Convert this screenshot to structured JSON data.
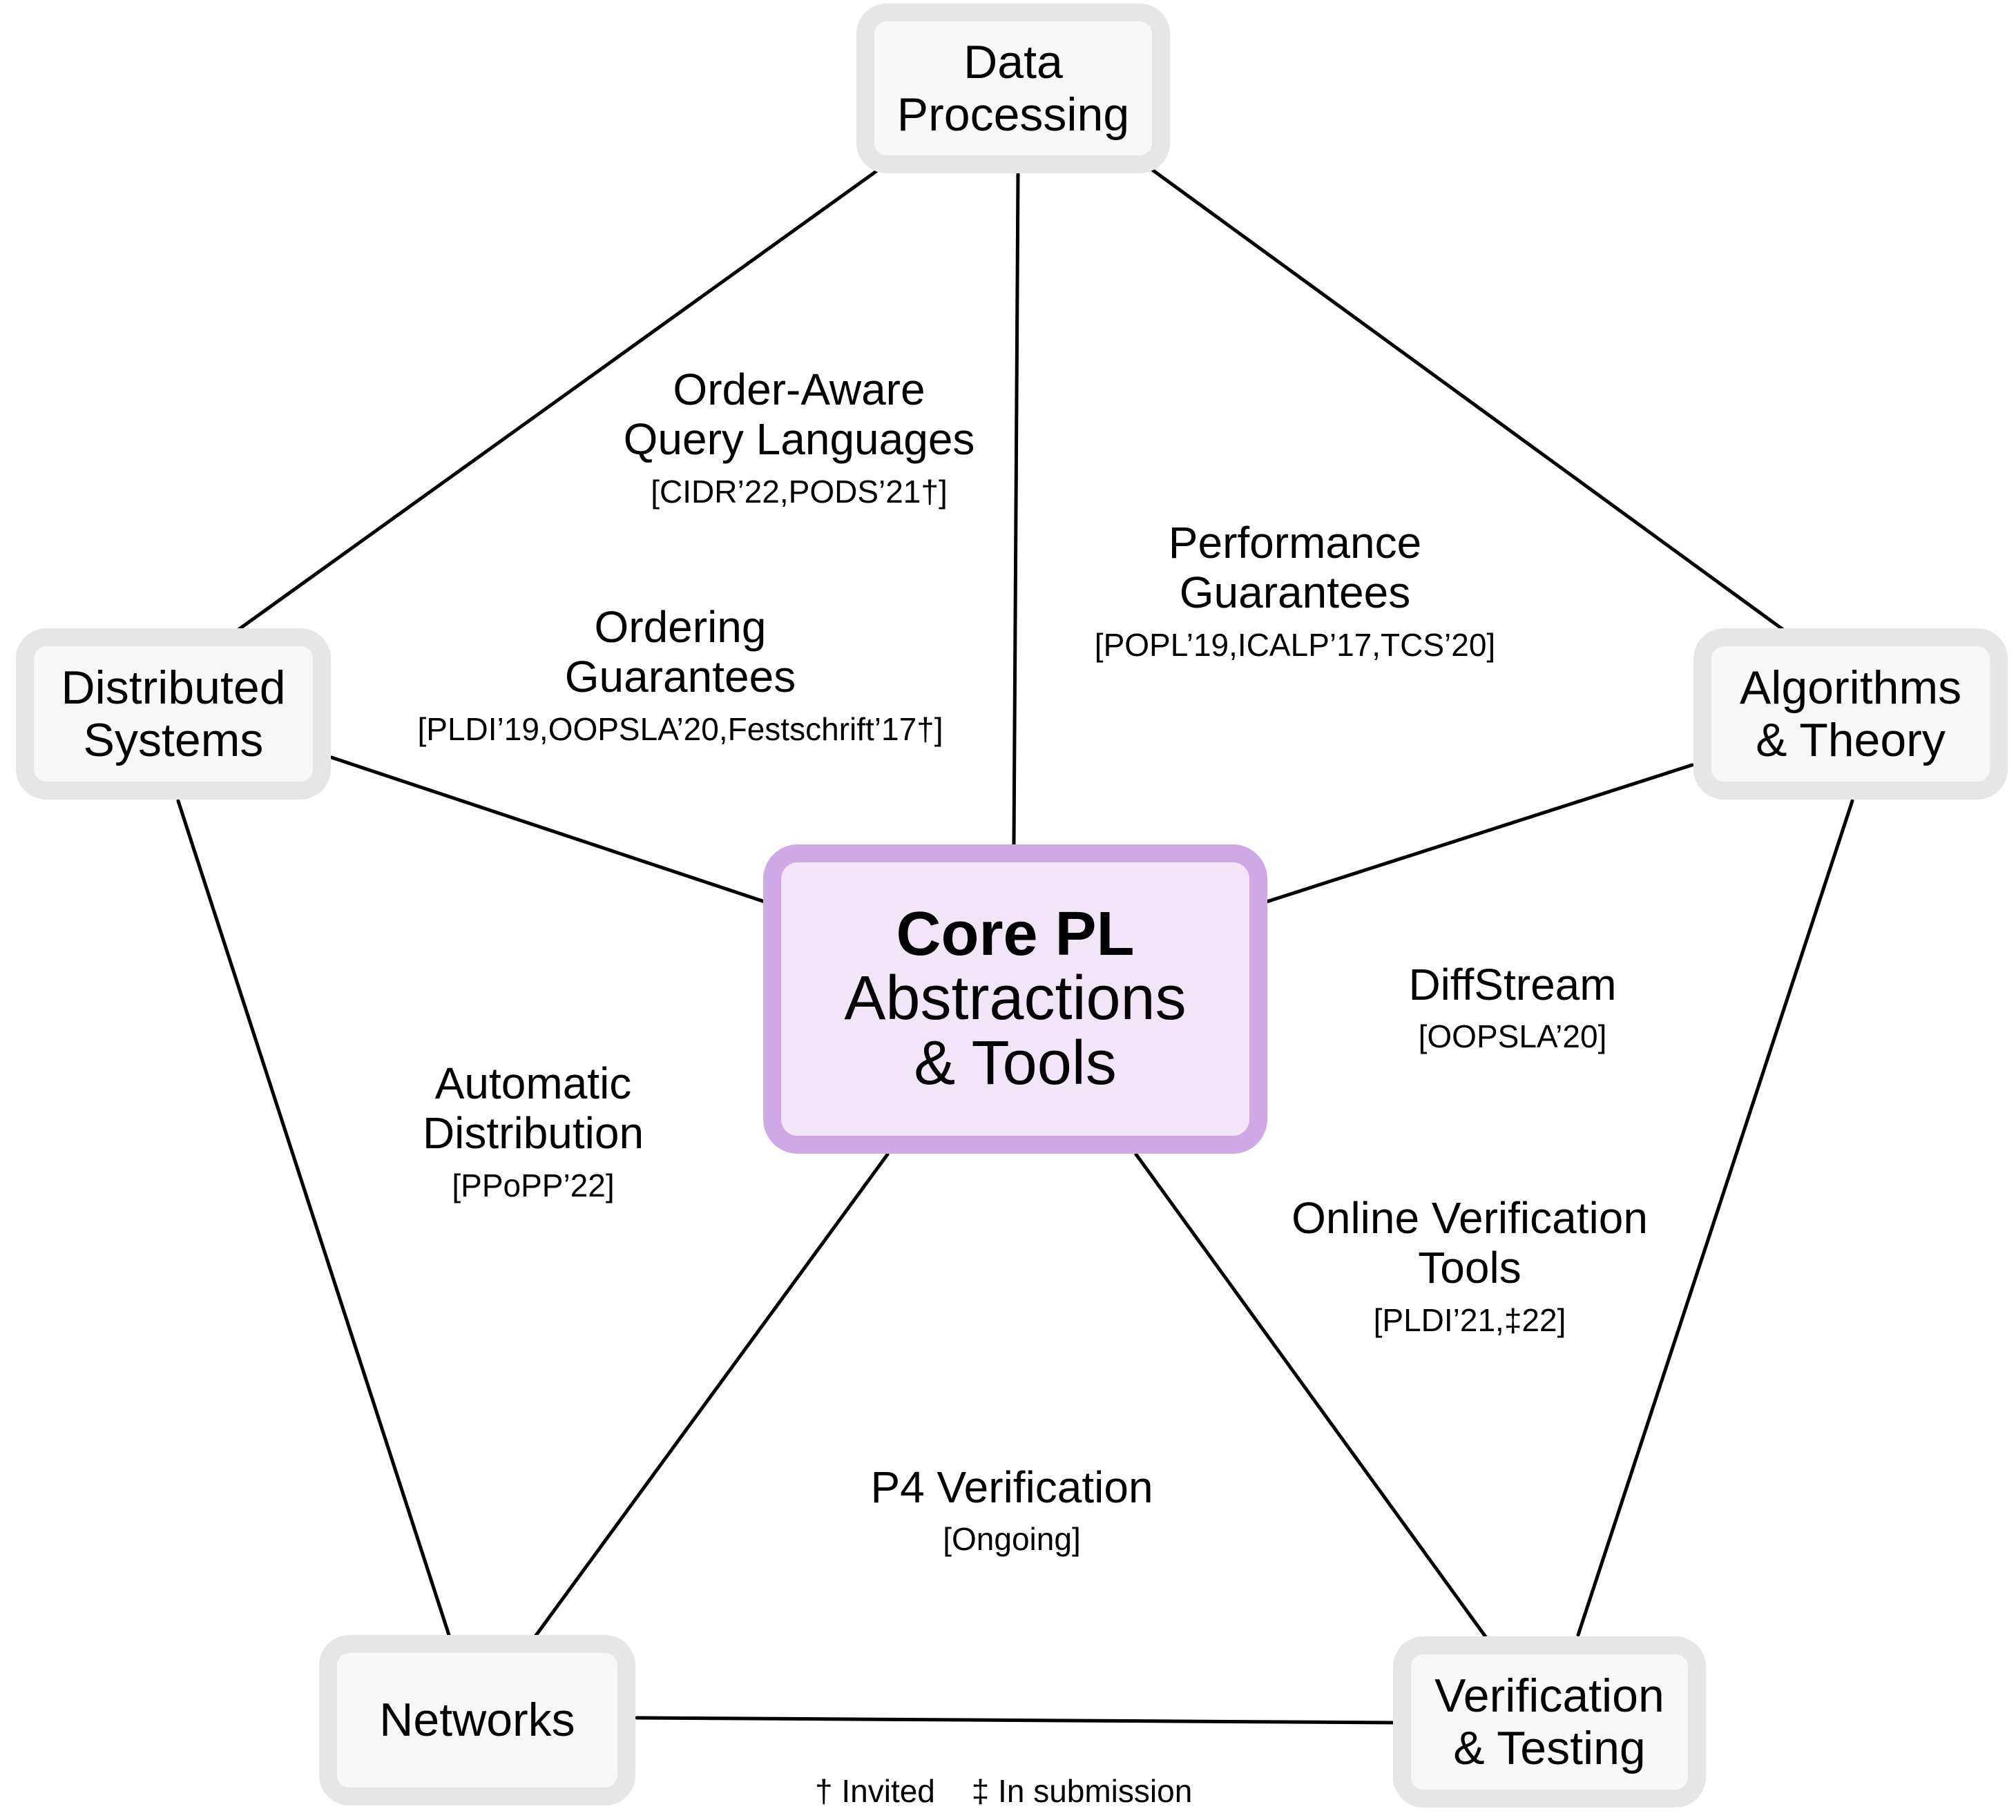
{
  "nodes": {
    "data_processing": [
      "Data",
      "Processing"
    ],
    "distributed_systems": [
      "Distributed",
      "Systems"
    ],
    "algorithms_theory": [
      "Algorithms",
      "& Theory"
    ],
    "networks": [
      "Networks"
    ],
    "verification_testing": [
      "Verification",
      "& Testing"
    ],
    "core": [
      "Core PL",
      "Abstractions",
      "& Tools"
    ]
  },
  "labels": {
    "order_aware": {
      "title": [
        "Order-Aware",
        "Query Languages"
      ],
      "refs": "[CIDR’22,PODS’21†]"
    },
    "ordering": {
      "title": [
        "Ordering",
        "Guarantees"
      ],
      "refs": "[PLDI’19,OOPSLA’20,Festschrift’17†]"
    },
    "performance": {
      "title": [
        "Performance",
        "Guarantees"
      ],
      "refs": "[POPL’19,ICALP’17,TCS’20]"
    },
    "diffstream": {
      "title": [
        "DiffStream"
      ],
      "refs": "[OOPSLA’20]"
    },
    "automatic": {
      "title": [
        "Automatic",
        "Distribution"
      ],
      "refs": "[PPoPP’22]"
    },
    "online": {
      "title": [
        "Online Verification",
        "Tools"
      ],
      "refs": "[PLDI’21,‡22]"
    },
    "p4": {
      "title": [
        "P4 Verification"
      ],
      "refs": "[Ongoing]"
    }
  },
  "legend": {
    "invited": "† Invited",
    "submission": "‡ In submission"
  },
  "colors": {
    "core_fill": "#f1e5f7",
    "core_border": "#cfa8e6",
    "node_fill": "#f8f8f8",
    "node_border": "#e6e6e6"
  }
}
